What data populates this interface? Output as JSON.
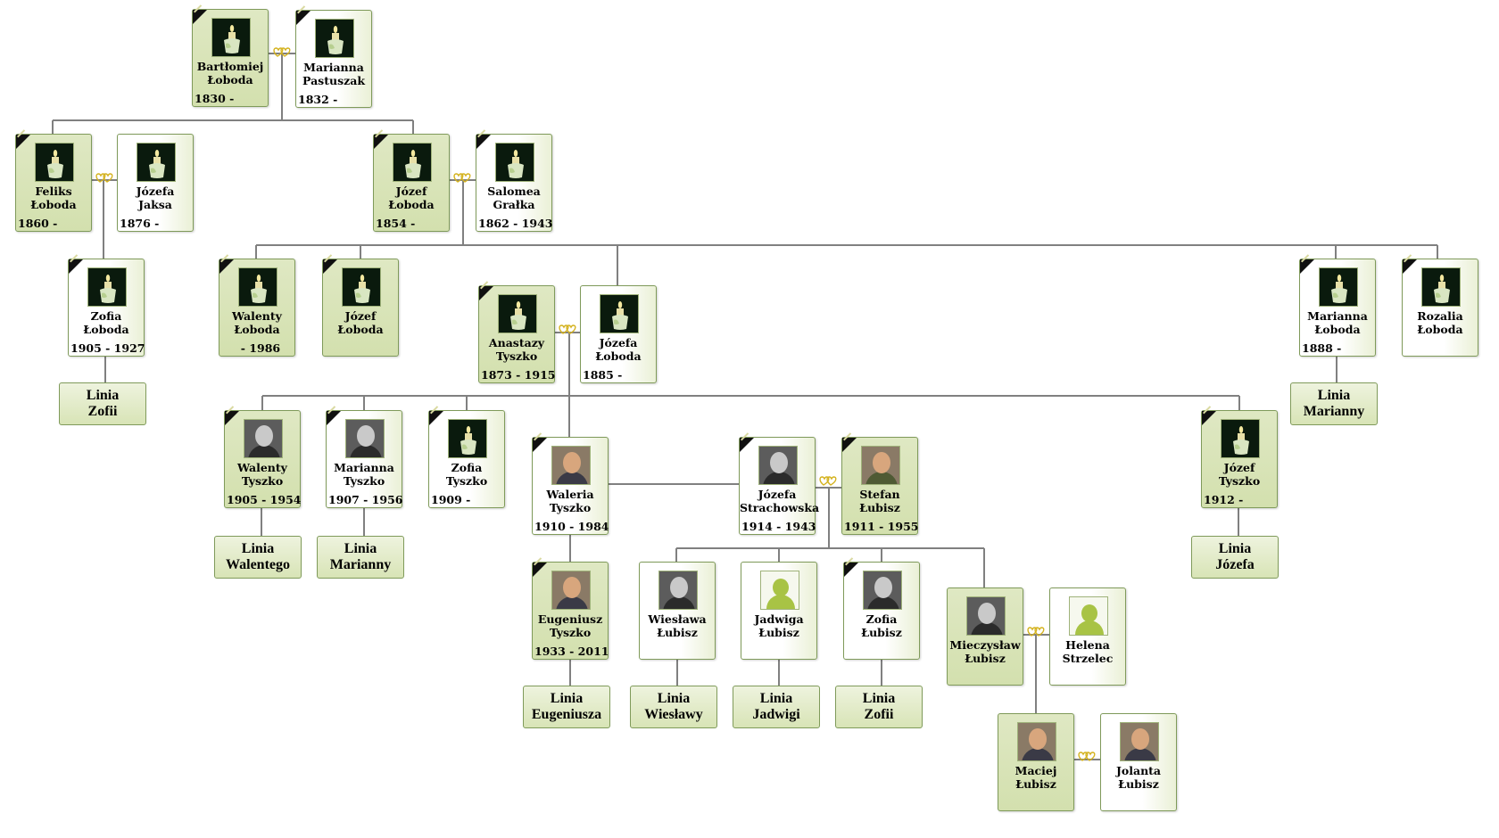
{
  "people": [
    {
      "id": "bartlomiej",
      "first": "Bartłomiej",
      "last": "Łoboda",
      "dates": "1830 -",
      "photo": "candle",
      "deceased": true,
      "gender": "m"
    },
    {
      "id": "marianna-p",
      "first": "Marianna",
      "last": "Pastuszak",
      "dates": "1832 -",
      "photo": "candle",
      "deceased": true,
      "gender": "f"
    },
    {
      "id": "feliks",
      "first": "Feliks",
      "last": "Łoboda",
      "dates": "1860 -",
      "photo": "candle",
      "deceased": true,
      "gender": "m"
    },
    {
      "id": "jozefa-j",
      "first": "Józefa",
      "last": "Jaksa",
      "dates": "1876 -",
      "photo": "candle",
      "deceased": false,
      "gender": "f"
    },
    {
      "id": "jozef-l",
      "first": "Józef",
      "last": "Łoboda",
      "dates": "1854 -",
      "photo": "candle",
      "deceased": true,
      "gender": "m"
    },
    {
      "id": "salomea",
      "first": "Salomea",
      "last": "Grałka",
      "dates": "1862 - 1943",
      "photo": "candle",
      "deceased": true,
      "gender": "f"
    },
    {
      "id": "zofia-l",
      "first": "Zofia",
      "last": "Łoboda",
      "dates": "1905 - 1927",
      "photo": "candle",
      "deceased": true,
      "gender": "f"
    },
    {
      "id": "walenty-l",
      "first": "Walenty",
      "last": "Łoboda",
      "dates": "     - 1986",
      "photo": "candle",
      "deceased": true,
      "gender": "m"
    },
    {
      "id": "jozef-l2",
      "first": "Józef",
      "last": "Łoboda",
      "dates": "",
      "photo": "candle",
      "deceased": true,
      "gender": "m"
    },
    {
      "id": "anastazy",
      "first": "Anastazy",
      "last": "Tyszko",
      "dates": "1873 - 1915",
      "photo": "candle",
      "deceased": true,
      "gender": "m"
    },
    {
      "id": "jozefa-l",
      "first": "Józefa",
      "last": "Łoboda",
      "dates": "1885 -",
      "photo": "candle",
      "deceased": false,
      "gender": "f"
    },
    {
      "id": "marianna-l",
      "first": "Marianna",
      "last": "Łoboda",
      "dates": "1888 -",
      "photo": "candle",
      "deceased": true,
      "gender": "f"
    },
    {
      "id": "rozalia",
      "first": "Rozalia",
      "last": "Łoboda",
      "dates": "",
      "photo": "candle",
      "deceased": true,
      "gender": "f"
    },
    {
      "id": "walenty-t",
      "first": "Walenty",
      "last": "Tyszko",
      "dates": "1905 - 1954",
      "photo": "real",
      "deceased": true,
      "gender": "m"
    },
    {
      "id": "marianna-t",
      "first": "Marianna",
      "last": "Tyszko",
      "dates": "1907 - 1956",
      "photo": "real",
      "deceased": true,
      "gender": "f"
    },
    {
      "id": "zofia-t",
      "first": "Zofia",
      "last": "Tyszko",
      "dates": "1909 -",
      "photo": "candle",
      "deceased": true,
      "gender": "f"
    },
    {
      "id": "waleria",
      "first": "Waleria",
      "last": "Tyszko",
      "dates": "1910 - 1984",
      "photo": "real",
      "deceased": true,
      "gender": "f"
    },
    {
      "id": "jozefa-s",
      "first": "Józefa",
      "last": "Strachowska",
      "dates": "1914 - 1943",
      "photo": "real",
      "deceased": true,
      "gender": "f"
    },
    {
      "id": "stefan",
      "first": "Stefan",
      "last": "Łubisz",
      "dates": "1911 - 1955",
      "photo": "real",
      "deceased": true,
      "gender": "m"
    },
    {
      "id": "jozef-t",
      "first": "Józef",
      "last": "Tyszko",
      "dates": "1912 -",
      "photo": "candle",
      "deceased": true,
      "gender": "m"
    },
    {
      "id": "eugeniusz",
      "first": "Eugeniusz",
      "last": "Tyszko",
      "dates": "1933 - 2011",
      "photo": "real",
      "deceased": true,
      "gender": "m"
    },
    {
      "id": "wieslawa",
      "first": "Wiesława",
      "last": "Łubisz",
      "dates": "",
      "photo": "real",
      "deceased": false,
      "gender": "f"
    },
    {
      "id": "jadwiga",
      "first": "Jadwiga",
      "last": "Łubisz",
      "dates": "",
      "photo": "silhouette",
      "deceased": false,
      "gender": "f"
    },
    {
      "id": "zofia-lu",
      "first": "Zofia",
      "last": "Łubisz",
      "dates": "",
      "photo": "real",
      "deceased": true,
      "gender": "f"
    },
    {
      "id": "mieczyslaw",
      "first": "Mieczysław",
      "last": "Łubisz",
      "dates": "",
      "photo": "real",
      "deceased": false,
      "gender": "m"
    },
    {
      "id": "helena",
      "first": "Helena",
      "last": "Strzelec",
      "dates": "",
      "photo": "silhouette",
      "deceased": false,
      "gender": "f"
    },
    {
      "id": "maciej",
      "first": "Maciej",
      "last": "Łubisz",
      "dates": "",
      "photo": "real",
      "deceased": false,
      "gender": "m"
    },
    {
      "id": "jolanta",
      "first": "Jolanta",
      "last": "Łubisz",
      "dates": "",
      "photo": "real",
      "deceased": false,
      "gender": "f"
    }
  ],
  "lines": [
    {
      "id": "linia-zofii-1",
      "l1": "Linia",
      "l2": "Zofii"
    },
    {
      "id": "linia-marianny-1",
      "l1": "Linia",
      "l2": "Marianny"
    },
    {
      "id": "linia-walentego",
      "l1": "Linia",
      "l2": "Walentego"
    },
    {
      "id": "linia-marianny-2",
      "l1": "Linia",
      "l2": "Marianny"
    },
    {
      "id": "linia-jozefa",
      "l1": "Linia",
      "l2": "Józefa"
    },
    {
      "id": "linia-eugeniusza",
      "l1": "Linia",
      "l2": "Eugeniusza"
    },
    {
      "id": "linia-wieslawy",
      "l1": "Linia",
      "l2": "Wiesławy"
    },
    {
      "id": "linia-jadwigi",
      "l1": "Linia",
      "l2": "Jadwigi"
    },
    {
      "id": "linia-zofii-2",
      "l1": "Linia",
      "l2": "Zofii"
    }
  ],
  "couples": [
    {
      "a": "bartlomiej",
      "b": "marianna-p"
    },
    {
      "a": "feliks",
      "b": "jozefa-j"
    },
    {
      "a": "jozef-l",
      "b": "salomea"
    },
    {
      "a": "anastazy",
      "b": "jozefa-l"
    },
    {
      "a": "jozefa-s",
      "b": "stefan"
    },
    {
      "a": "mieczyslaw",
      "b": "helena"
    },
    {
      "a": "maciej",
      "b": "jolanta"
    }
  ],
  "colors": {
    "line": "#808080",
    "border": "#7f9a5a",
    "heart": "#d4b21e",
    "card": "#d8e3b6"
  }
}
